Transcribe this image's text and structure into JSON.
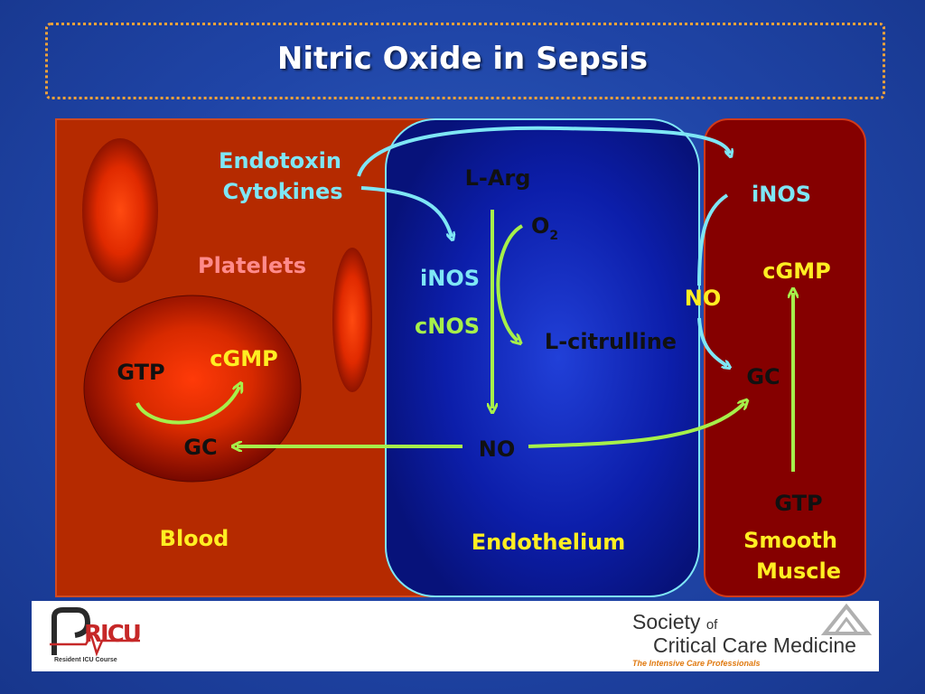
{
  "title": "Nitric Oxide in Sepsis",
  "colors": {
    "blood": "#b52a00",
    "endothelium": "#0a1ea8",
    "smooth_muscle": "#850000",
    "cyan": "#7ee6f5",
    "green": "#a6f04a",
    "yellow": "#ffee22",
    "pink": "#ff8a8a",
    "title_border": "#f0a23a"
  },
  "labels": {
    "endotoxin": "Endotoxin",
    "cytokines": "Cytokines",
    "platelets": "Platelets",
    "gtp_platelet": "GTP",
    "cgmp_platelet": "cGMP",
    "gc_platelet": "GC",
    "blood": "Blood",
    "l_arg": "L-Arg",
    "o2": "O",
    "o2_sub": "2",
    "inos_endo": "iNOS",
    "cnos_endo": "cNOS",
    "l_citrulline": "L-citrulline",
    "no_endo": "NO",
    "endothelium": "Endothelium",
    "inos_muscle": "iNOS",
    "cgmp_muscle": "cGMP",
    "no_muscle": "NO",
    "gc_muscle": "GC",
    "gtp_muscle": "GTP",
    "smooth": "Smooth",
    "muscle": "Muscle"
  },
  "footer": {
    "ricu_logo_text": "RICU",
    "ricu_subtitle": "Resident ICU Course",
    "sccm_line1": "Society",
    "sccm_of": "of",
    "sccm_line2": "Critical Care Medicine",
    "sccm_tagline": "The Intensive Care Professionals"
  }
}
